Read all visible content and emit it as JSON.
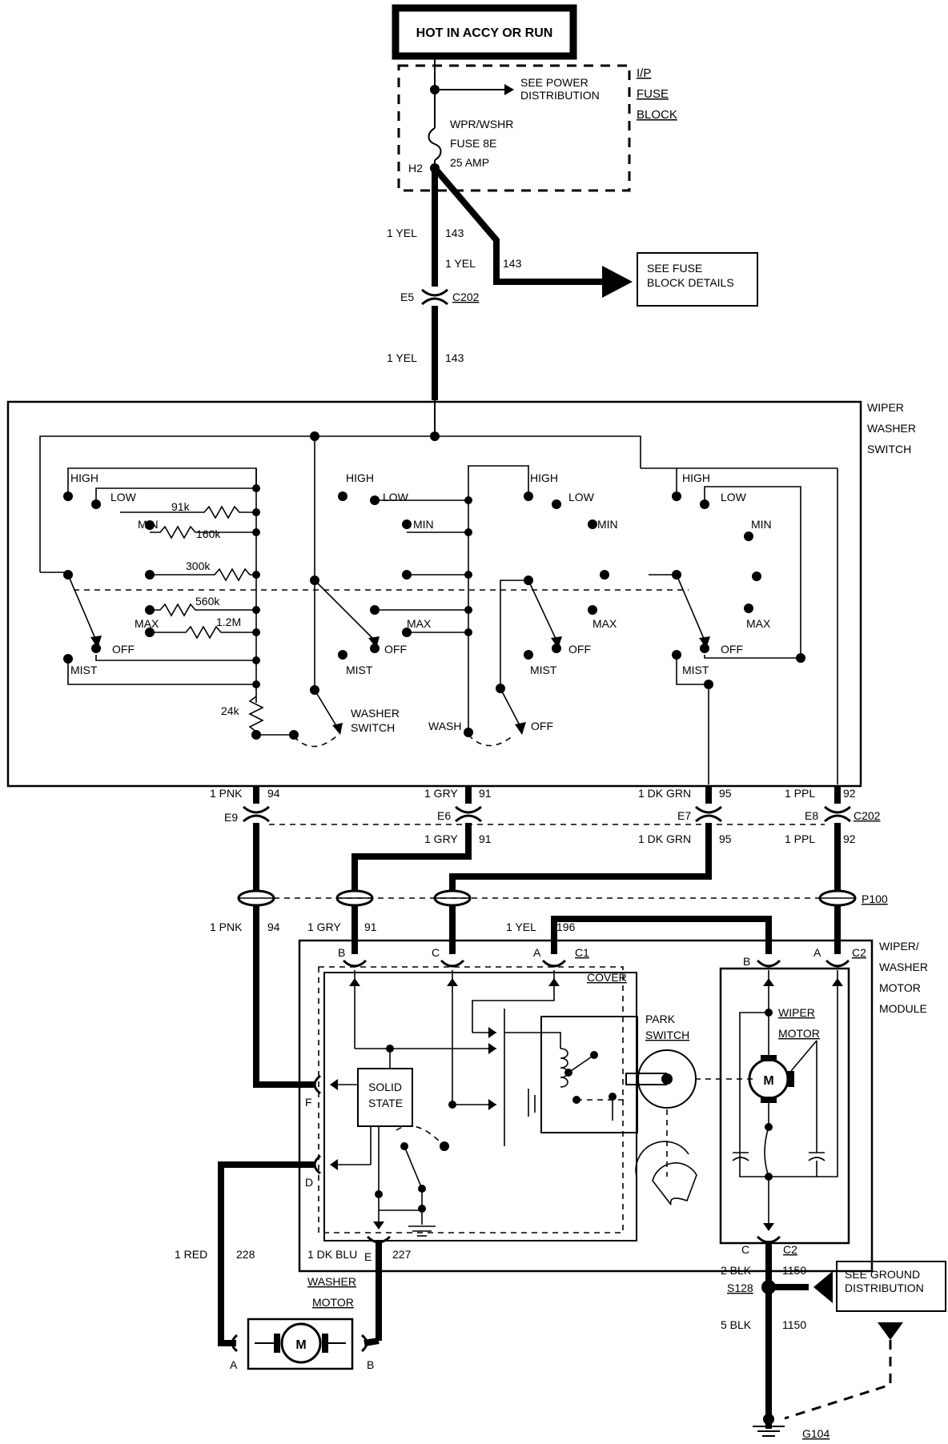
{
  "header": {
    "hot_label": "HOT IN ACCY OR RUN"
  },
  "fuse_block": {
    "title_line1": "I/P",
    "title_line2": "FUSE",
    "title_line3": "BLOCK",
    "see_power_line1": "SEE POWER",
    "see_power_line2": "DISTRIBUTION",
    "fuse_line1": "WPR/WSHR",
    "fuse_line2": "FUSE 8E",
    "fuse_line3": "25 AMP",
    "terminal": "H2"
  },
  "fuse_details": {
    "line1": "SEE FUSE",
    "line2": "BLOCK DETAILS"
  },
  "wires": {
    "yel_143_color": "1 YEL",
    "yel_143_num": "143",
    "pnk_94_color": "1 PNK",
    "pnk_94_num": "94",
    "gry_91_color": "1 GRY",
    "gry_91_num": "91",
    "dkgrn_95_color": "1 DK GRN",
    "dkgrn_95_num": "95",
    "ppl_92_color": "1 PPL",
    "ppl_92_num": "92",
    "yel_196_color": "1 YEL",
    "yel_196_num": "196",
    "red_228_color": "1 RED",
    "red_228_num": "228",
    "dkblu_227_color": "1 DK BLU",
    "dkblu_227_num": "227",
    "blk2_color": "2 BLK",
    "blk2_num": "1150",
    "blk5_color": "5 BLK",
    "blk5_num": "1150"
  },
  "connectors": {
    "c202": "C202",
    "e5": "E5",
    "e6": "E6",
    "e7": "E7",
    "e8": "E8",
    "e9": "E9",
    "p100": "P100",
    "c1": "C1",
    "c2": "C2",
    "pin_a": "A",
    "pin_b": "B",
    "pin_c": "C",
    "pin_d": "D",
    "pin_e": "E",
    "pin_f": "F"
  },
  "switch": {
    "title_line1": "WIPER",
    "title_line2": "WASHER",
    "title_line3": "SWITCH",
    "high": "HIGH",
    "low": "LOW",
    "min": "MIN",
    "max": "MAX",
    "off": "OFF",
    "mist": "MIST",
    "r91k": "91k",
    "r160k": "160k",
    "r300k": "300k",
    "r560k": "560k",
    "r12m": "1.2M",
    "r24k": "24k",
    "washer_switch_line1": "WASHER",
    "washer_switch_line2": "SWITCH",
    "wash": "WASH"
  },
  "module": {
    "title_line1": "WIPER/",
    "title_line2": "WASHER",
    "title_line3": "MOTOR",
    "title_line4": "MODULE",
    "cover": "COVER",
    "park_line1": "PARK",
    "park_line2": "SWITCH",
    "solid_line1": "SOLID",
    "solid_line2": "STATE",
    "wiper_motor_line1": "WIPER",
    "wiper_motor_line2": "MOTOR",
    "motor_symbol": "M"
  },
  "washer_motor": {
    "line1": "WASHER",
    "line2": "MOTOR",
    "symbol": "M"
  },
  "ground": {
    "s128": "S128",
    "g104": "G104",
    "see_ground_line1": "SEE GROUND",
    "see_ground_line2": "DISTRIBUTION"
  }
}
